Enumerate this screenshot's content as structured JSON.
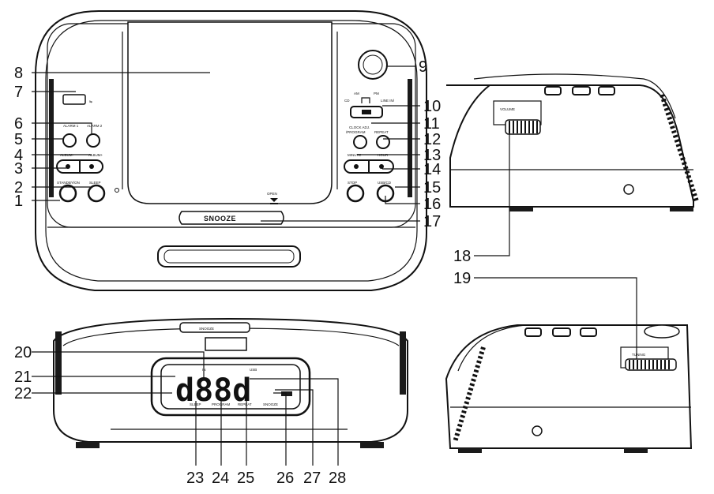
{
  "callouts": [
    {
      "n": "1"
    },
    {
      "n": "2"
    },
    {
      "n": "3"
    },
    {
      "n": "4"
    },
    {
      "n": "5"
    },
    {
      "n": "6"
    },
    {
      "n": "7"
    },
    {
      "n": "8"
    },
    {
      "n": "9"
    },
    {
      "n": "10"
    },
    {
      "n": "11"
    },
    {
      "n": "12"
    },
    {
      "n": "13"
    },
    {
      "n": "14"
    },
    {
      "n": "15"
    },
    {
      "n": "16"
    },
    {
      "n": "17"
    },
    {
      "n": "18"
    },
    {
      "n": "19"
    },
    {
      "n": "20"
    },
    {
      "n": "21"
    },
    {
      "n": "22"
    },
    {
      "n": "23"
    },
    {
      "n": "24"
    },
    {
      "n": "25"
    },
    {
      "n": "26"
    },
    {
      "n": "27"
    },
    {
      "n": "28"
    }
  ],
  "top_view": {
    "labels": {
      "standby": "STANDBY/ON",
      "sleep": "SLEEP",
      "alarm1": "ALARM 1",
      "alarm2": "ALARM 2",
      "album_down": "ALBUM-",
      "album_up": "ALBUM+",
      "open": "OPEN",
      "snooze": "SNOOZE",
      "am": "AM",
      "pm": "PM",
      "cd": "CD",
      "line_in": "LINE IN/",
      "clock_adj": "CLOCK ADJ.",
      "program": "/PROGRAM",
      "repeat": "REPEAT",
      "minute": "MINUTE",
      "hour": "HOUR",
      "stop": "STOP",
      "usb_cd": "USB/CD"
    }
  },
  "side_view": {
    "labels": {
      "volume": "VOLUME",
      "tuning": "TUNING"
    }
  },
  "front_view": {
    "labels": {
      "snooze": "SNOOZE",
      "display_digits": "d88d",
      "usb": "USB",
      "sleep": "SLEEP",
      "program": "PROGRAM",
      "repeat": "REPEAT",
      "snooze_ind": "SNOOZE",
      "in": "IN"
    }
  }
}
